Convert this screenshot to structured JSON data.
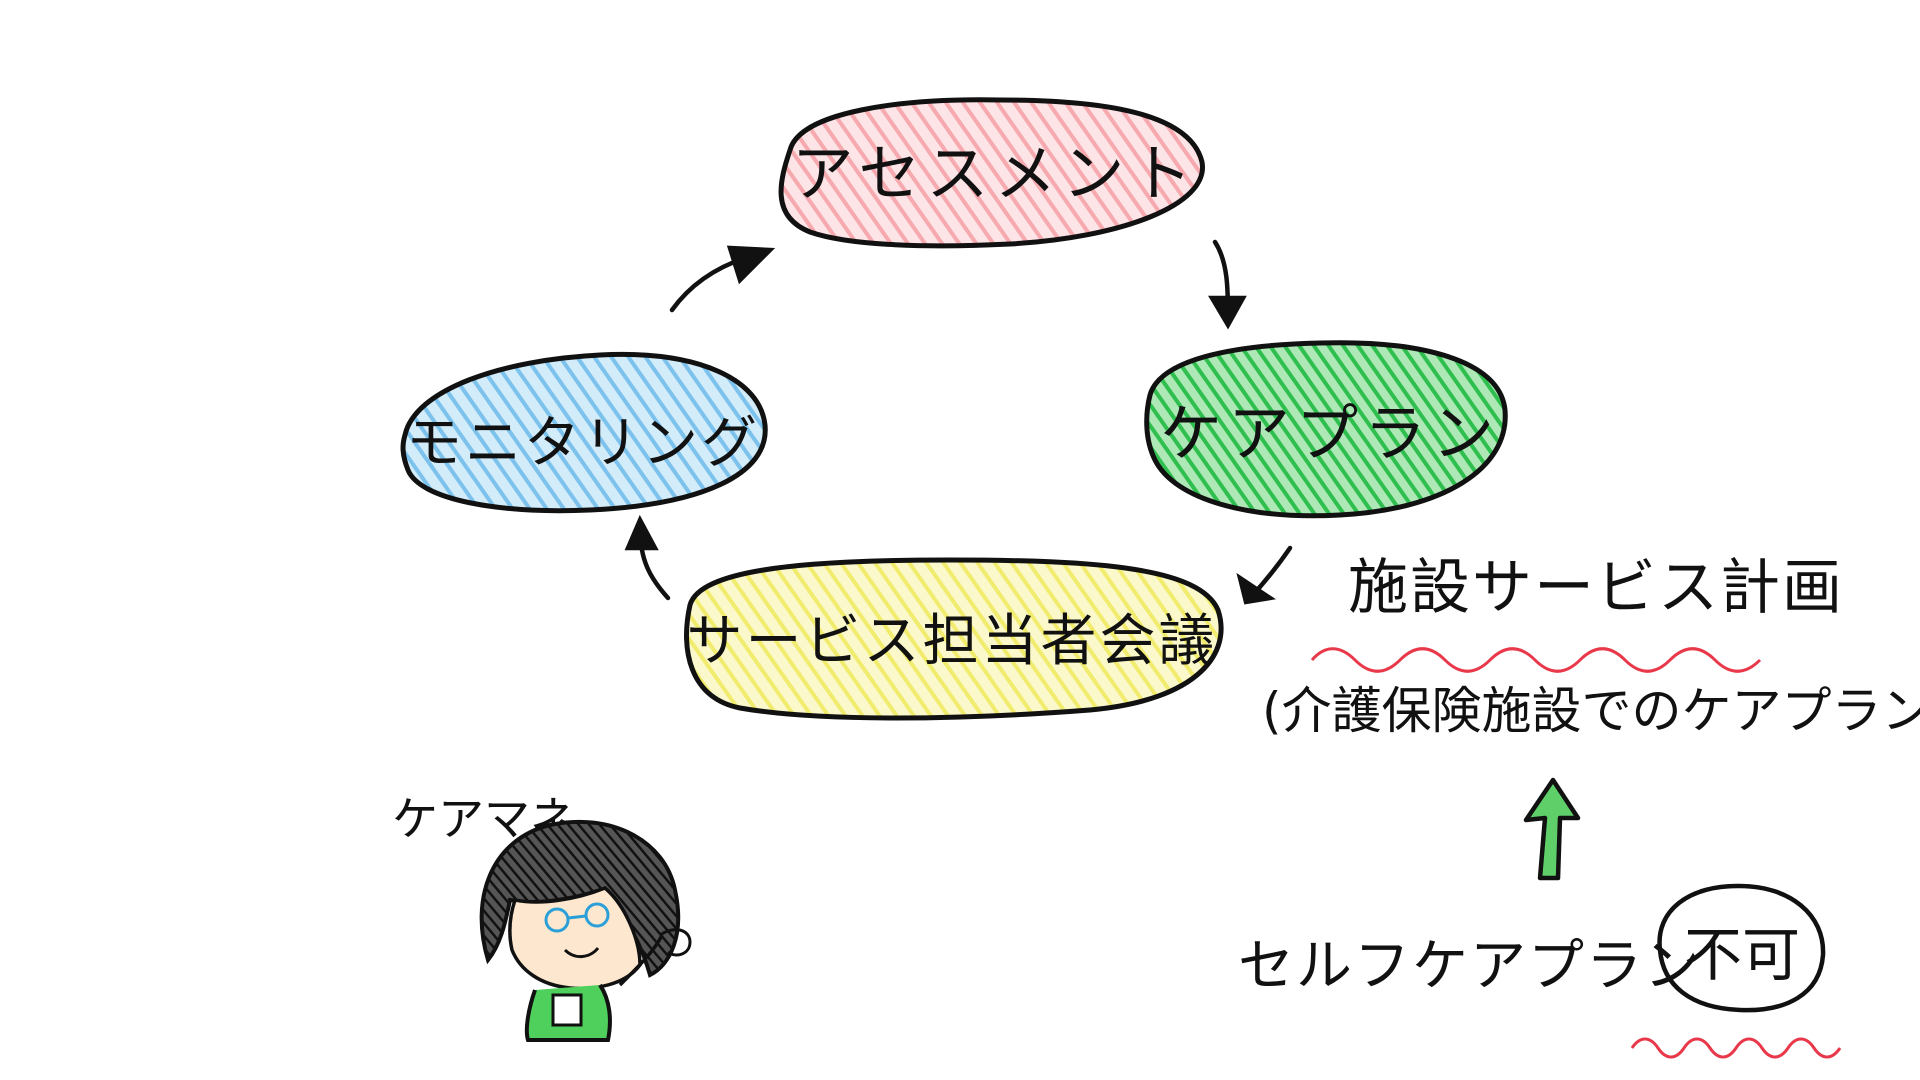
{
  "nodes": {
    "assessment": {
      "label": "アセスメント",
      "color": "#f6a9ae"
    },
    "careplan": {
      "label": "ケアプラン",
      "color": "#3fc658"
    },
    "meeting": {
      "label": "サービス担当者会議",
      "color": "#f3ef7c"
    },
    "monitoring": {
      "label": "モニタリング",
      "color": "#86c9ee"
    }
  },
  "facility": {
    "title": "施設サービス計画",
    "subtitle": "(介護保険施設でのケアプラン)",
    "underline_color": "#e8384a"
  },
  "caremanager": {
    "label": "ケアマネ"
  },
  "selfplan": {
    "label": "セルフケアプラン",
    "badge": "不可",
    "arrow_color": "#5fcf6a",
    "wave_color": "#e8384a"
  }
}
